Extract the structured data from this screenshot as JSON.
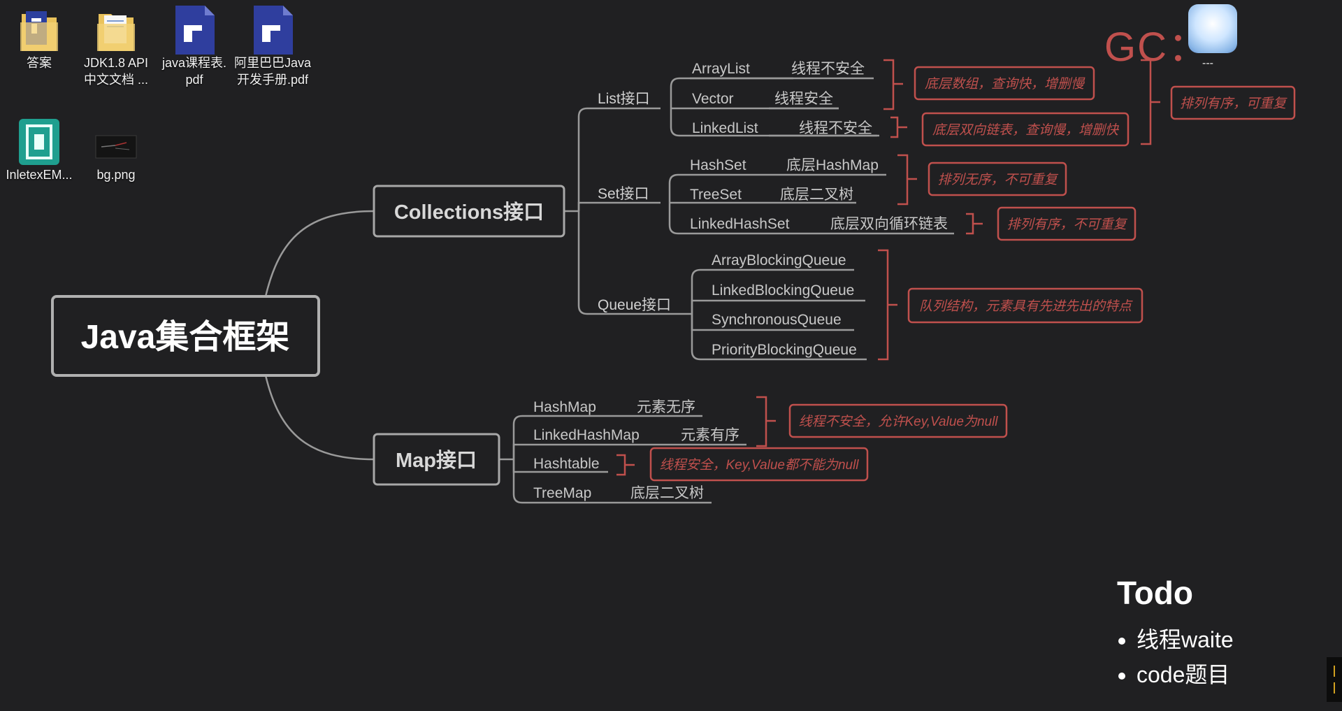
{
  "desktop_icons": [
    {
      "label": "答案",
      "icon": "folder-pdf-icon"
    },
    {
      "label": "JDK1.8 API\n中文文档 ...",
      "icon": "folder-icon"
    },
    {
      "label": "java课程表.\npdf",
      "icon": "pdf-file-icon"
    },
    {
      "label": "阿里巴巴Java\n开发手册.pdf",
      "icon": "pdf-file-icon"
    },
    {
      "label": "InletexEM...",
      "icon": "app-icon"
    },
    {
      "label": "bg.png",
      "icon": "image-file-icon"
    }
  ],
  "mindmap": {
    "root": "Java集合框架",
    "collections": {
      "title": "Collections接口",
      "list": {
        "label": "List接口",
        "items": [
          {
            "name": "ArrayList",
            "note": "线程不安全"
          },
          {
            "name": "Vector",
            "note": "线程安全"
          },
          {
            "name": "LinkedList",
            "note": "线程不安全"
          }
        ],
        "annotations": [
          "底层数组，查询快，增删慢",
          "底层双向链表，查询慢，增删快"
        ],
        "summary": "排列有序，可重复"
      },
      "set": {
        "label": "Set接口",
        "items": [
          {
            "name": "HashSet",
            "note": "底层HashMap"
          },
          {
            "name": "TreeSet",
            "note": "底层二叉树"
          },
          {
            "name": "LinkedHashSet",
            "note": "底层双向循环链表"
          }
        ],
        "annotations": [
          "排列无序，不可重复",
          "排列有序，不可重复"
        ]
      },
      "queue": {
        "label": "Queue接口",
        "items": [
          "ArrayBlockingQueue",
          "LinkedBlockingQueue",
          "SynchronousQueue",
          "PriorityBlockingQueue"
        ],
        "annotation": "队列结构，元素具有先进先出的特点"
      }
    },
    "map": {
      "title": "Map接口",
      "items": [
        {
          "name": "HashMap",
          "note": "元素无序"
        },
        {
          "name": "LinkedHashMap",
          "note": "元素有序"
        },
        {
          "name": "Hashtable",
          "note": ""
        },
        {
          "name": "TreeMap",
          "note": "底层二叉树"
        }
      ],
      "annotations": [
        "线程不安全，允许Key,Value为null",
        "线程安全，Key,Value都不能为null"
      ]
    }
  },
  "gc": {
    "label": "GC：",
    "caption": "---"
  },
  "todo": {
    "title": "Todo",
    "items": [
      "线程waite",
      "code题目"
    ]
  },
  "colors": {
    "background": "#202022",
    "line": "#9a9a9a",
    "accent": "#c0504d",
    "node_border": "#a8a8a8"
  }
}
